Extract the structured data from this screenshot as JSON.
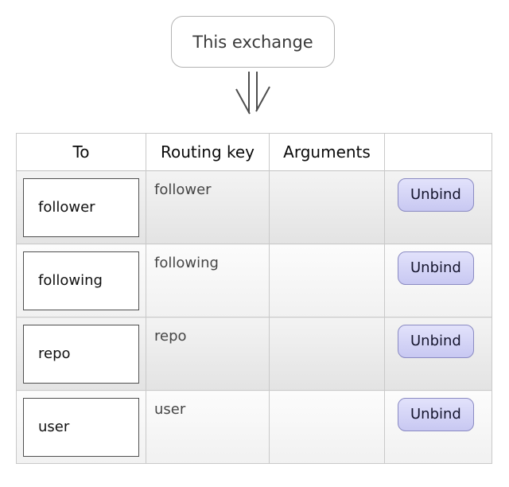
{
  "diagram": {
    "exchange_label": "This exchange",
    "arrow_icon": "double-line-down-arrow"
  },
  "table": {
    "headers": [
      "To",
      "Routing key",
      "Arguments",
      ""
    ],
    "rows": [
      {
        "to": "follower",
        "routing_key": "follower",
        "arguments": "",
        "unbind_label": "Unbind"
      },
      {
        "to": "following",
        "routing_key": "following",
        "arguments": "",
        "unbind_label": "Unbind"
      },
      {
        "to": "repo",
        "routing_key": "repo",
        "arguments": "",
        "unbind_label": "Unbind"
      },
      {
        "to": "user",
        "routing_key": "user",
        "arguments": "",
        "unbind_label": "Unbind"
      }
    ]
  },
  "colors": {
    "unbind_button_bg_top": "#e2e2fb",
    "unbind_button_bg_bottom": "#c8c8f2",
    "unbind_button_border": "#8a8ac2",
    "table_border": "#c9c9c9",
    "row_stripe_odd": "#e8e8e8",
    "row_stripe_even": "#f8f8f8",
    "queue_box_border": "#4f4f4f",
    "routing_key_text": "#454545"
  }
}
